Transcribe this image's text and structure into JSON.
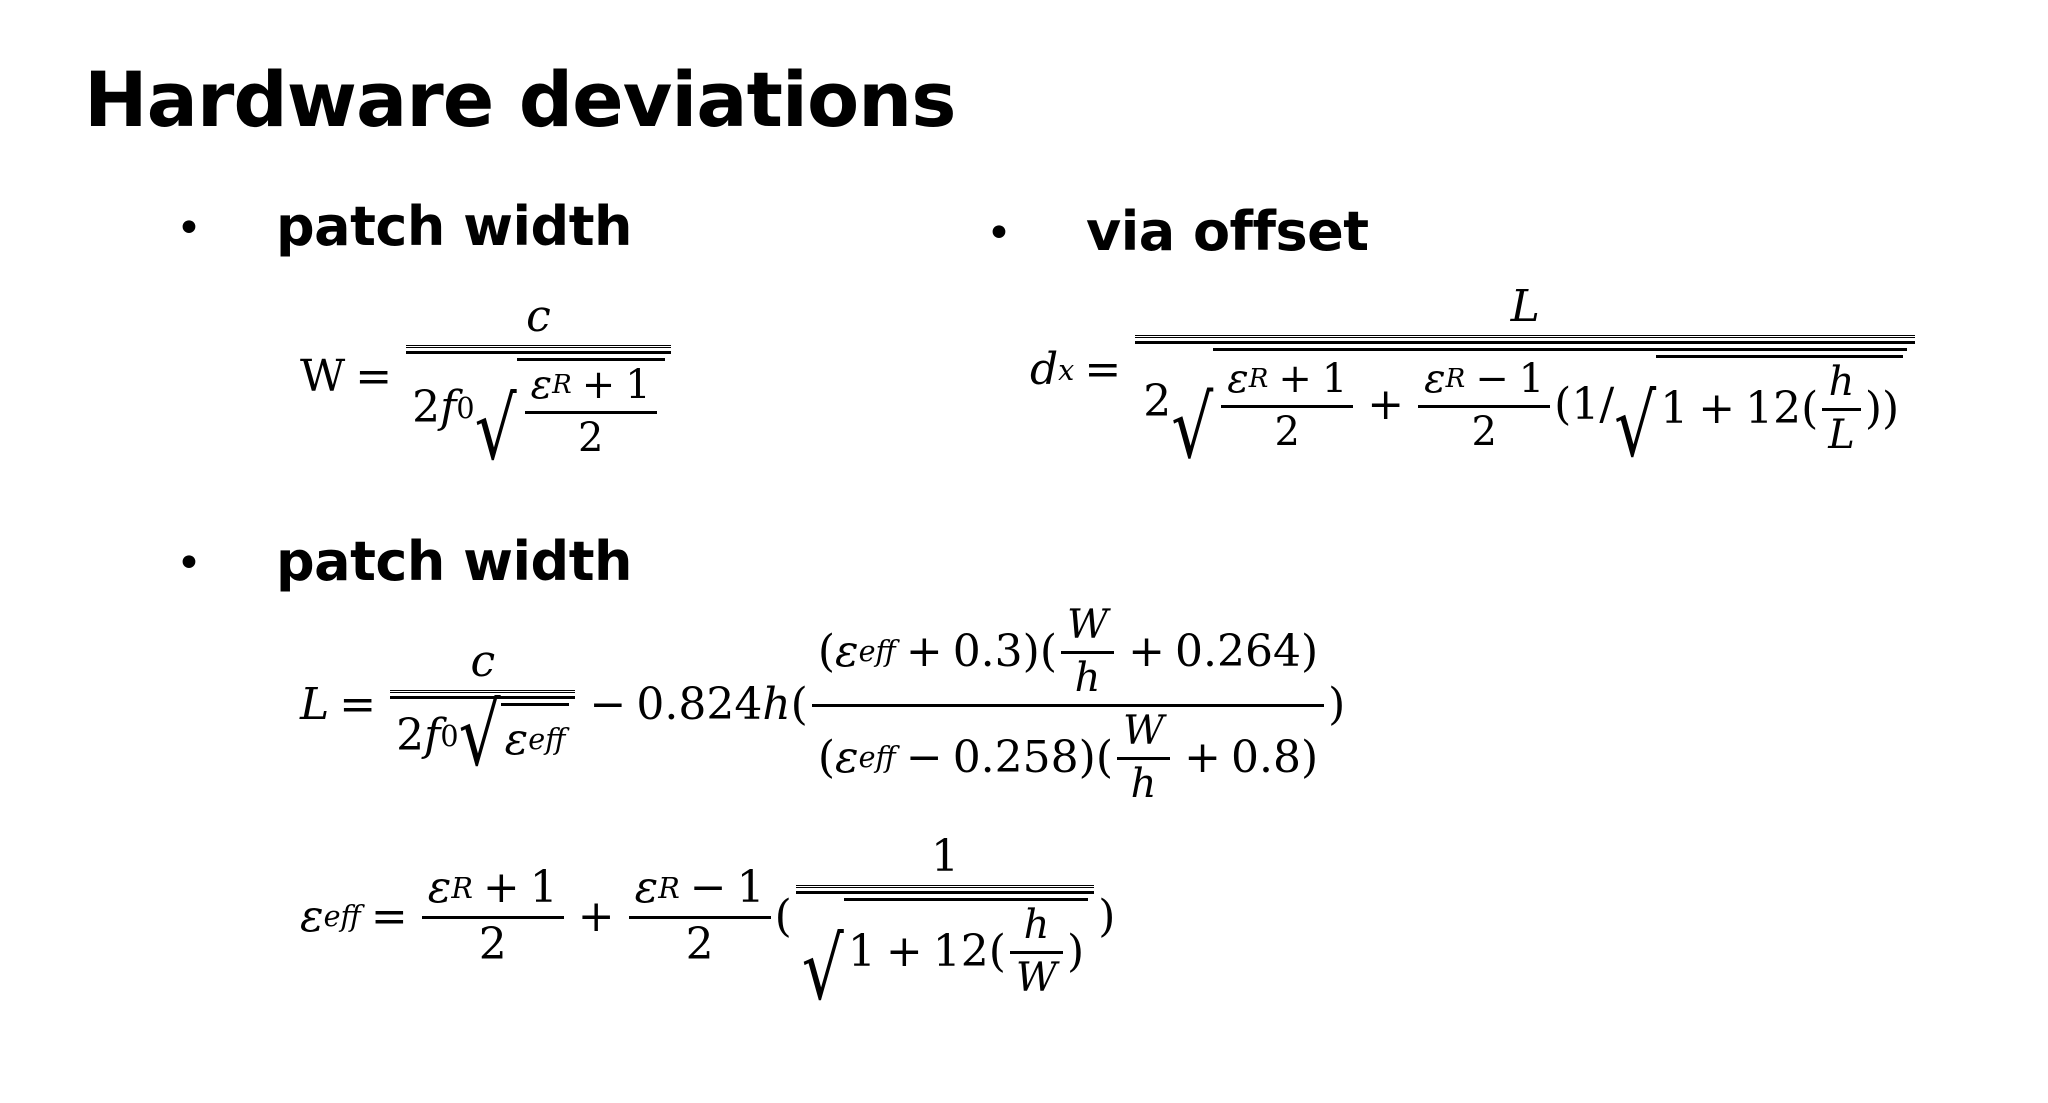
{
  "title": "Hardware deviations",
  "sections": {
    "patch_width_top": {
      "bullet": "•",
      "label": "patch width"
    },
    "via_offset": {
      "bullet": "•",
      "label": "via offset"
    },
    "patch_width_bottom": {
      "bullet": "•",
      "label": "patch width"
    }
  },
  "equations": {
    "W": "W = c / (2f₀ √((ε_R + 1)/2))",
    "dx": "d_x = L / (2 √((ε_R + 1)/2 + (ε_R − 1)/2 (1/√(1 + 12(h/L)))))",
    "L": "L = c / (2f₀ √ε_eff) − 0.824h(((ε_eff + 0.3)(W/h + 0.264)) / ((ε_eff − 0.258)(W/h + 0.8)))",
    "eps_eff": "ε_eff = (ε_R + 1)/2 + (ε_R − 1)/2 (1 / √(1 + 12(h/W)))"
  }
}
